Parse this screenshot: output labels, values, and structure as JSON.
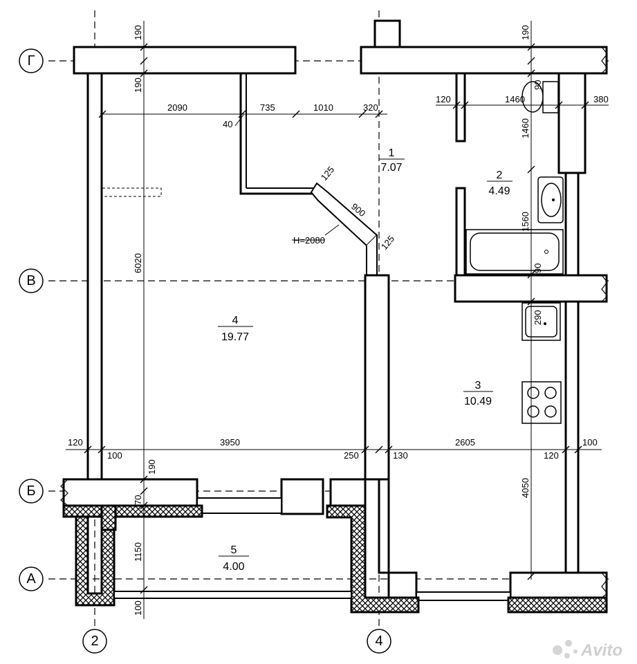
{
  "axes": {
    "G": "Г",
    "V": "В",
    "B": "Б",
    "A": "А",
    "n2": "2",
    "n4": "4"
  },
  "rooms": [
    {
      "num": "1",
      "area": "7.07"
    },
    {
      "num": "2",
      "area": "4.49"
    },
    {
      "num": "3",
      "area": "10.49"
    },
    {
      "num": "4",
      "area": "19.77"
    },
    {
      "num": "5",
      "area": "4.00"
    }
  ],
  "dims": {
    "d190_top": "190",
    "d190_b": "190",
    "d190_right": "190",
    "d2090": "2090",
    "d735": "735",
    "d1010": "1010",
    "d320": "320",
    "d40": "40",
    "d125a": "125",
    "d900": "900",
    "d125b": "125",
    "h2080": "H=2080",
    "d6020": "6020",
    "d120_left": "120",
    "d100_left": "100",
    "d3950": "3950",
    "d250": "250",
    "d130": "130",
    "d2605": "2605",
    "d120_right": "120",
    "d100_right": "100",
    "d190_mid": "190",
    "d70": "70",
    "d1150": "1150",
    "d100_bottom": "100",
    "d120_bath": "120",
    "d1460_h": "1460",
    "d380": "380",
    "d90_top": "90",
    "d1460_v": "1460",
    "d1560": "1560",
    "d90_mid": "90",
    "d290": "290",
    "d4050": "4050"
  },
  "watermark": "Avito"
}
